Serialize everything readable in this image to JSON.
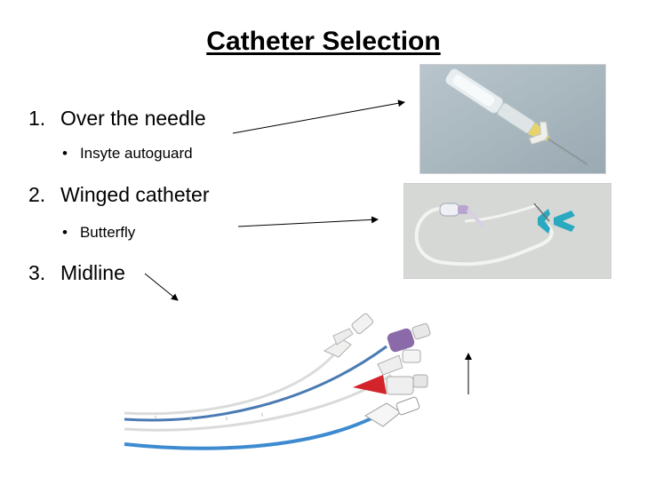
{
  "slide": {
    "title": "Catheter Selection",
    "items": [
      {
        "number": "1.",
        "label": "Over the needle",
        "sub": "Insyte autoguard"
      },
      {
        "number": "2.",
        "label": "Winged catheter",
        "sub": "Butterfly"
      },
      {
        "number": "3.",
        "label": "Midline"
      }
    ],
    "bullet": "•"
  },
  "colors": {
    "photo1_bg": "#a7b6be",
    "photo2_bg": "#d4d6d4",
    "butterfly": "#2aa9c0",
    "hub_purple": "#8a6aa8",
    "hub_red": "#d3242c",
    "tube_blue": "#3d8ad0"
  },
  "icons": {
    "photo1": "catheter-photo",
    "photo2": "butterfly-needle-photo",
    "photo3": "midline-catheter-photo"
  }
}
